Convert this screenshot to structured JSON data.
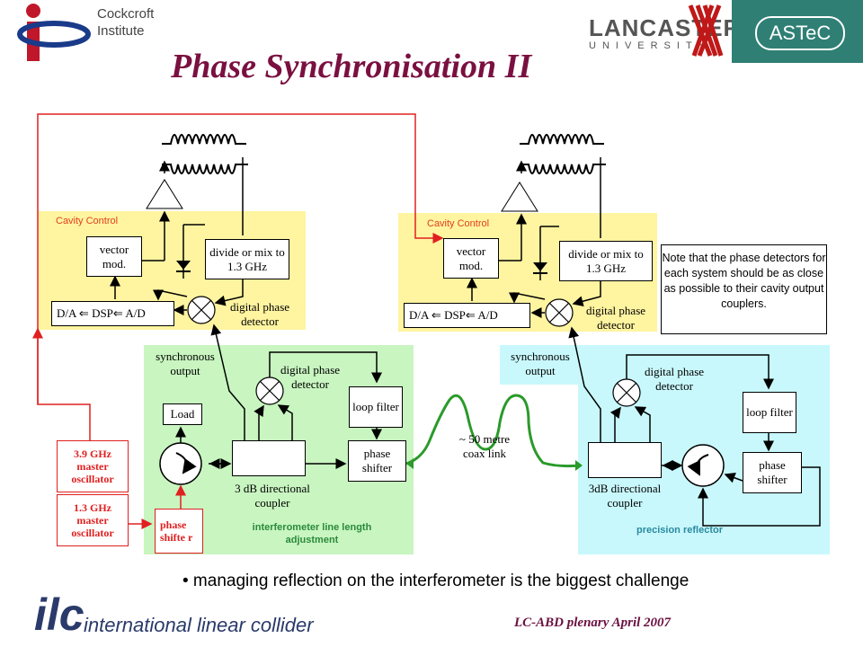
{
  "header": {
    "institute_name": "Cockcroft Institute",
    "institute_line1": "Cockcroft",
    "institute_line2": "Institute",
    "university_line1": "LANCASTER",
    "university_line2": "UNIVERSITY",
    "astec_label": "ASTeC",
    "title": "Phase Synchronisation II"
  },
  "left_system": {
    "cavity_control_label": "Cavity Control",
    "vector_mod": "vector mod.",
    "divide_mix": "divide or mix to 1.3 GHz",
    "dac_dsp_adc": "D/A ⇐ DSP⇐ A/D",
    "digital_phase_detector_top": "digital phase detector",
    "synchronous_output": "synchronous output",
    "digital_phase_detector_mid": "digital phase detector",
    "loop_filter": "loop filter",
    "phase_shifter": "phase shifter",
    "load": "Load",
    "coupler": "3 dB directional coupler",
    "region_label": "interferometer line length adjustment",
    "osc_39": "3.9 GHz master oscillator",
    "osc_13": "1.3 GHz master oscillator",
    "phase_shifter_red": "phase shifte r"
  },
  "right_system": {
    "cavity_control_label": "Cavity Control",
    "vector_mod": "vector mod.",
    "divide_mix": "divide or mix to 1.3 GHz",
    "dac_dsp_adc": "D/A ⇐ DSP⇐ A/D",
    "digital_phase_detector_top": "digital phase detector",
    "synchronous_output": "synchronous output",
    "digital_phase_detector_mid": "digital phase detector",
    "loop_filter": "loop filter",
    "phase_shifter": "phase shifter",
    "coupler": "3dB directional coupler",
    "region_label": "precision reflector"
  },
  "coax_link": "~ 50 metre coax link",
  "note": "Note that the phase detectors for each system should be as close as possible to their cavity output couplers.",
  "bullet": "• managing reflection on the interferometer is the biggest challenge",
  "footer_logo_text": "ilc",
  "footer_collider": "international linear collider",
  "footer_event": "LC-ABD plenary April 2007",
  "colors": {
    "title": "#7a1040",
    "cavity_region": "#fff4a0",
    "interferometer_region": "#c8f5c0",
    "reflector_region": "#c8f8fc",
    "red_lines": "#e02020",
    "coax": "#2a9a2a",
    "astec_bg": "#2f7f75"
  }
}
